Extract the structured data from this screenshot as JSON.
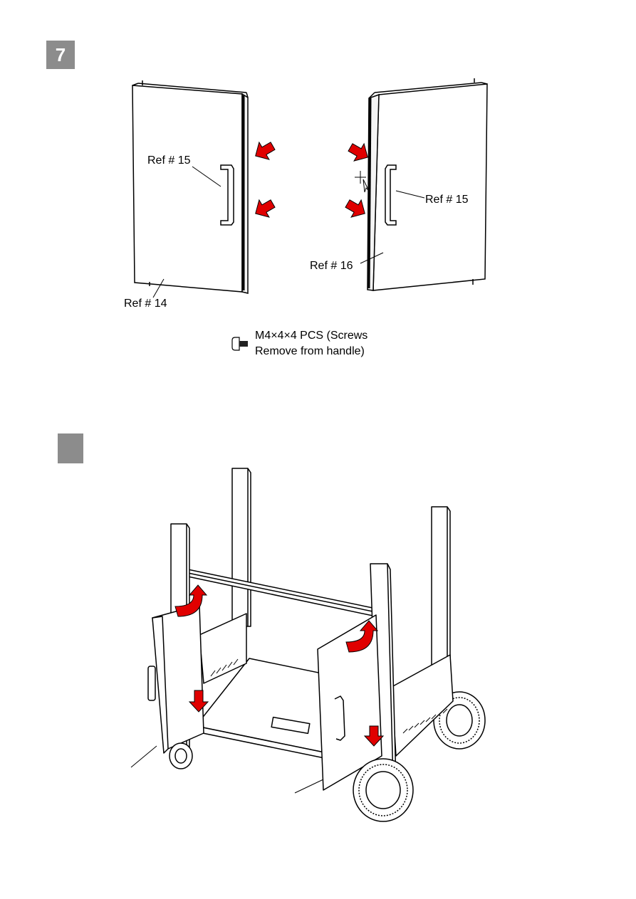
{
  "step7": {
    "number": "7",
    "labels": {
      "left_handle": "Ref # 15",
      "right_handle": "Ref # 15",
      "left_door": "Ref # 14",
      "right_door": "Ref # 16"
    },
    "hardware_line1": "M4×4×4 PCS (Screws",
    "hardware_line2": "Remove from handle)"
  },
  "step8": {
    "number": ""
  },
  "colors": {
    "badge": "#8c8c8c",
    "arrow": "#e00000",
    "line": "#000000"
  }
}
